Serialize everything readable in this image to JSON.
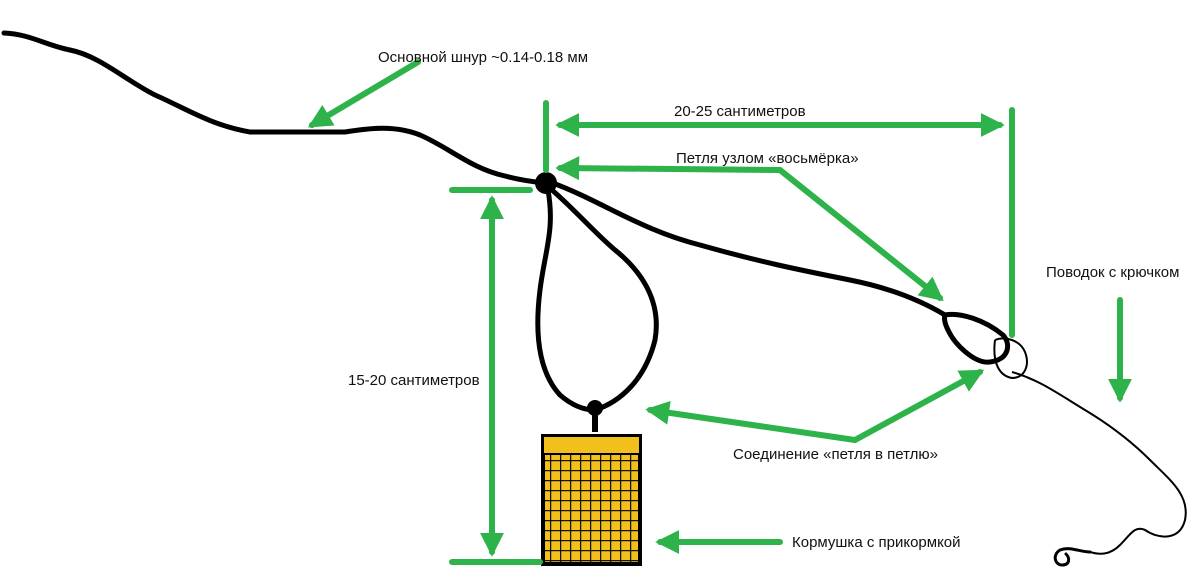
{
  "labels": {
    "main_line": "Основной шнур ~0.14-0.18 мм",
    "length_top": "20-25 сантиметров",
    "figure_eight_loop": "Петля узлом «восьмёрка»",
    "leader_with_hook": "Поводок с крючком",
    "length_side": "15-20 сантиметров",
    "loop_to_loop": "Соединение «петля в петлю»",
    "feeder": "Кормушка с прикормкой"
  },
  "colors": {
    "line": "#000000",
    "arrow": "#2db34a",
    "feeder_fill": "#f2c01a",
    "feeder_mesh": "#111111"
  },
  "icons": {
    "knot": "knot-dot",
    "feeder": "feeder-cage",
    "hook": "hook-icon"
  }
}
